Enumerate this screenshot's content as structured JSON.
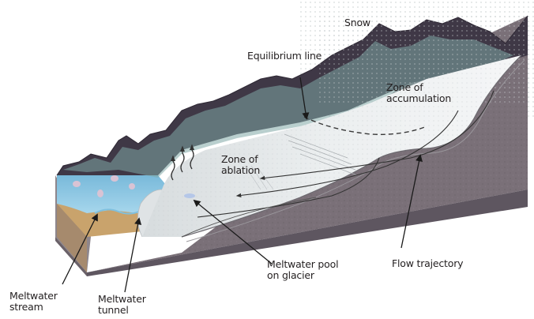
{
  "diagram": {
    "subject": "Glacier anatomy block diagram",
    "colors": {
      "background": "#ffffff",
      "bedrock": "#7a7078",
      "bedrock_dark": "#5e5660",
      "ice": "#e6e9ea",
      "ice_shadow": "#cdd3d5",
      "mountain_dark": "#3a3440",
      "mountain_teal": "#7fa8a6",
      "lake": "#8ec9e4",
      "sediment": "#c9a36c",
      "snow_dots": "#dfe4e6",
      "leader_line": "#1a1a1a",
      "text": "#231f20"
    },
    "labels": {
      "snow": "Snow",
      "equilibrium_line": "Equilibrium line",
      "zone_accumulation": [
        "Zone of",
        "accumulation"
      ],
      "zone_ablation": [
        "Zone of",
        "ablation"
      ],
      "meltwater_pool": [
        "Meltwater pool",
        "on glacier"
      ],
      "flow_trajectory": "Flow trajectory",
      "meltwater_stream": [
        "Meltwater",
        "stream"
      ],
      "meltwater_tunnel": [
        "Meltwater",
        "tunnel"
      ]
    }
  }
}
